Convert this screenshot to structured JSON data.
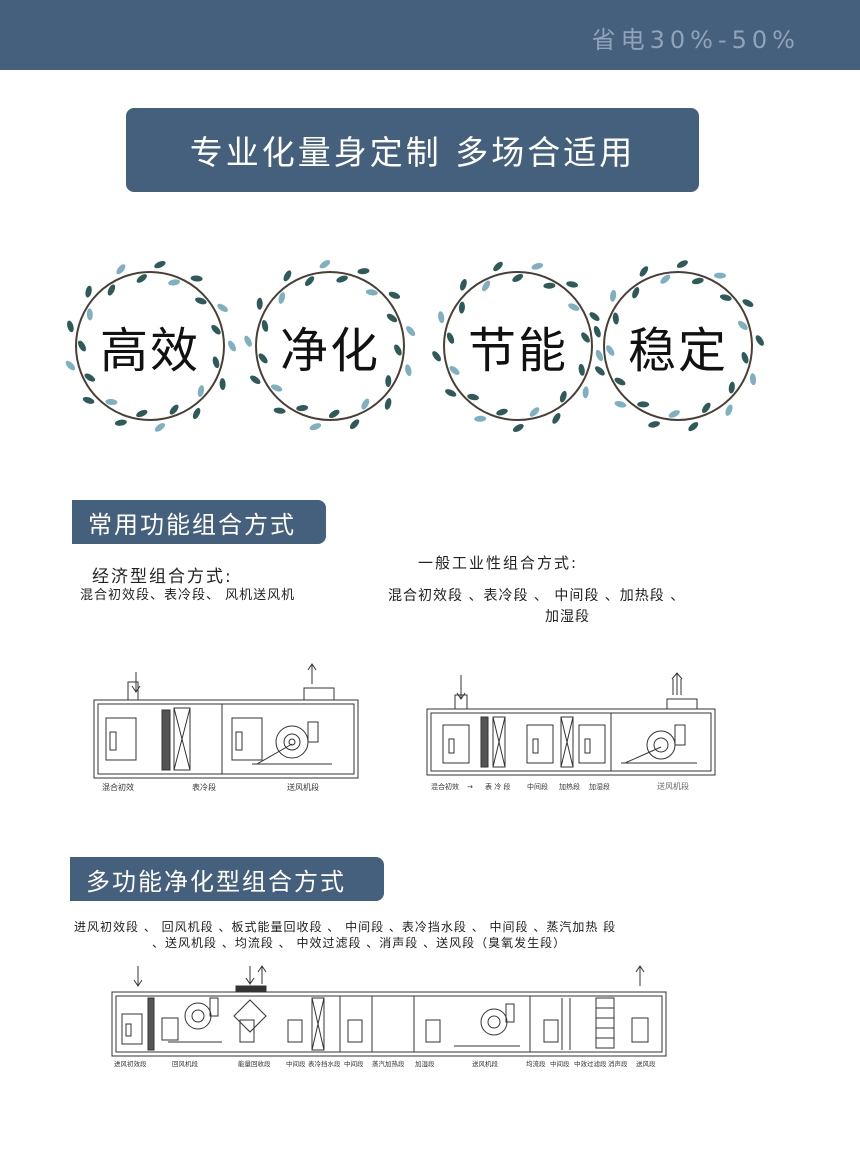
{
  "header": {
    "tag": "省电30%-50%"
  },
  "banner": {
    "title": "专业化量身定制 多场合适用"
  },
  "features": [
    "高效",
    "净化",
    "节能",
    "稳定"
  ],
  "section1": {
    "title": "常用功能组合方式",
    "economic": {
      "title": "经济型组合方式:",
      "desc": "混合初效段、表冷段、 风机送风机",
      "labels": [
        "混合初效",
        "表冷段",
        "送风机段"
      ]
    },
    "industrial": {
      "title": "一般工业性组合方式:",
      "desc_line1": "混合初效段 、表冷段 、 中间段 、加热段 、",
      "desc_line2": "加湿段",
      "labels": [
        "混合初效",
        "→",
        "表 冷 段",
        "中间段",
        "加热段",
        "加湿段",
        "送风机段"
      ]
    }
  },
  "section2": {
    "title": "多功能净化型组合方式",
    "desc_line1": "进风初效段 、 回风机段 、板式能量回收段 、 中间段 、表冷挡水段 、 中间段 、蒸汽加热 段",
    "desc_line2": "、送风机段 、均流段 、 中效过滤段 、消声段 、送风段（臭氧发生段）",
    "labels": [
      "进风初效段",
      "回风机段",
      "能量回收段",
      "中间段",
      "表冷挡水段",
      "中间段",
      "蒸汽加热段",
      "加湿段",
      "送风机段",
      "均流段",
      "中间段",
      "中效过滤段",
      "消声段",
      "送风段"
    ]
  },
  "colors": {
    "accent": "#45607c",
    "leaf_dark": "#2f5a5a",
    "leaf_light": "#7fb0c0",
    "vine": "#4a3f35"
  }
}
